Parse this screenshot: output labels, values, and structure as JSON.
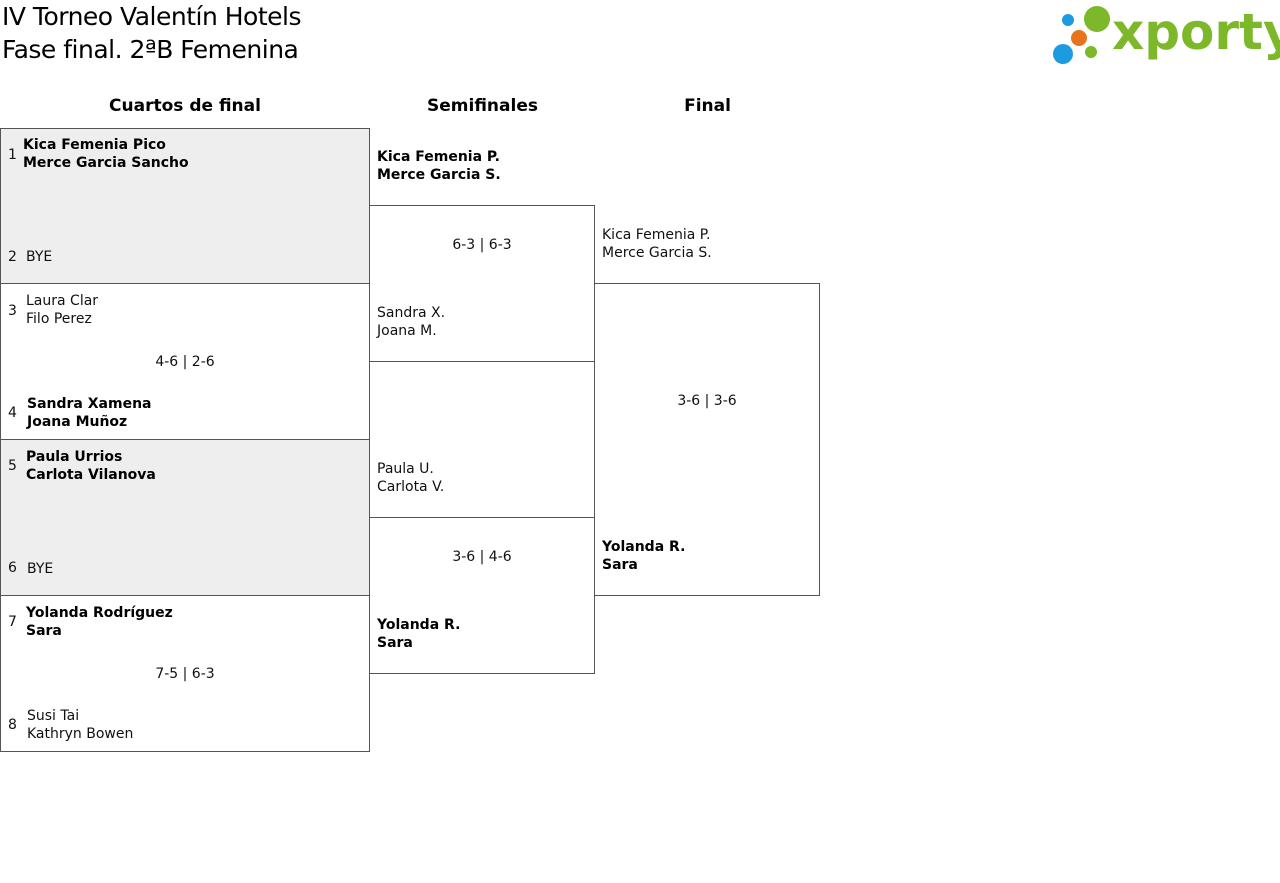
{
  "header": {
    "title_line1": "IV Torneo Valentín Hotels",
    "title_line2": "Fase final. 2ªB Femenina"
  },
  "logo": {
    "text": "xporty",
    "colors": {
      "green": "#7cb82a",
      "blue": "#1d9be0",
      "orange": "#e8731c"
    }
  },
  "rounds": {
    "quarterfinals": "Cuartos de final",
    "semifinals": "Semifinales",
    "final": "Final"
  },
  "quarterfinals": [
    {
      "seed_a": "1",
      "team_a": [
        "Kica Femenia Pico",
        "Merce Garcia Sancho"
      ],
      "seed_b": "2",
      "team_b": [
        "BYE"
      ],
      "score": ""
    },
    {
      "seed_a": "3",
      "team_a": [
        "Laura Clar",
        "Filo Perez"
      ],
      "seed_b": "4",
      "team_b": [
        "Sandra Xamena",
        "Joana Muñoz"
      ],
      "score": "4-6 | 2-6"
    },
    {
      "seed_a": "5",
      "team_a": [
        "Paula Urrios",
        "Carlota Vilanova"
      ],
      "seed_b": "6",
      "team_b": [
        "BYE"
      ],
      "score": ""
    },
    {
      "seed_a": "7",
      "team_a": [
        "Yolanda Rodríguez",
        "Sara"
      ],
      "seed_b": "8",
      "team_b": [
        "Susi Tai",
        "Kathryn Bowen"
      ],
      "score": "7-5 | 6-3"
    }
  ],
  "semifinals": [
    {
      "team_a": [
        "Kica Femenia P.",
        "Merce Garcia S."
      ],
      "team_b": [
        "Sandra X.",
        "Joana M."
      ],
      "score": "6-3 | 6-3"
    },
    {
      "team_a": [
        "Paula U.",
        "Carlota V."
      ],
      "team_b": [
        "Yolanda R.",
        "Sara"
      ],
      "score": "3-6 | 4-6"
    }
  ],
  "final": {
    "team_a": [
      "Kica Femenia P.",
      "Merce Garcia S."
    ],
    "team_b": [
      "Yolanda R.",
      "Sara"
    ],
    "score": "3-6 | 3-6"
  }
}
